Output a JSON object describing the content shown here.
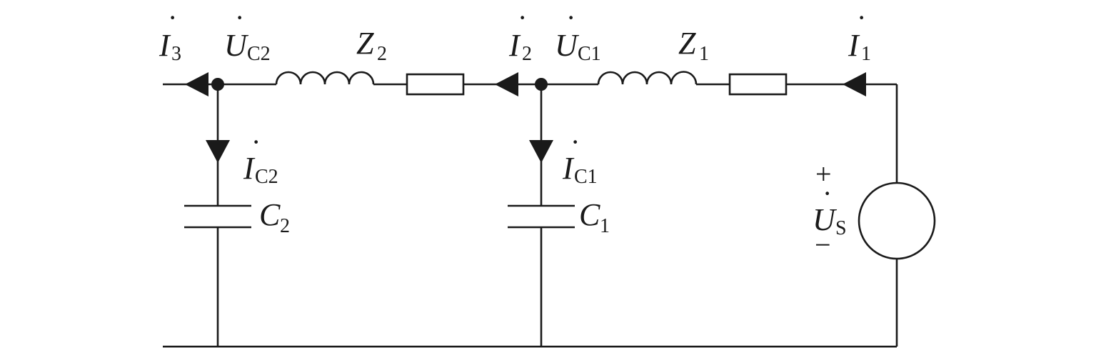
{
  "labels": {
    "I3": {
      "dot": "·",
      "sym": "I",
      "sub": "3"
    },
    "Uc2": {
      "dot": "·",
      "sym": "U",
      "sub": "C2"
    },
    "Z2": {
      "sym": "Z",
      "sub": "2"
    },
    "I2": {
      "dot": "·",
      "sym": "I",
      "sub": "2"
    },
    "Uc1": {
      "dot": "·",
      "sym": "U",
      "sub": "C1"
    },
    "Z1": {
      "sym": "Z",
      "sub": "1"
    },
    "I1": {
      "dot": "·",
      "sym": "I",
      "sub": "1"
    },
    "Ic2": {
      "dot": "·",
      "sym": "I",
      "sub": "C2"
    },
    "C2": {
      "sym": "C",
      "sub": "2"
    },
    "Ic1": {
      "dot": "·",
      "sym": "I",
      "sub": "C1"
    },
    "C1": {
      "sym": "C",
      "sub": "1"
    },
    "Us": {
      "dot": "·",
      "sym": "U",
      "sub": "S",
      "plus": "+",
      "minus": "−"
    }
  }
}
